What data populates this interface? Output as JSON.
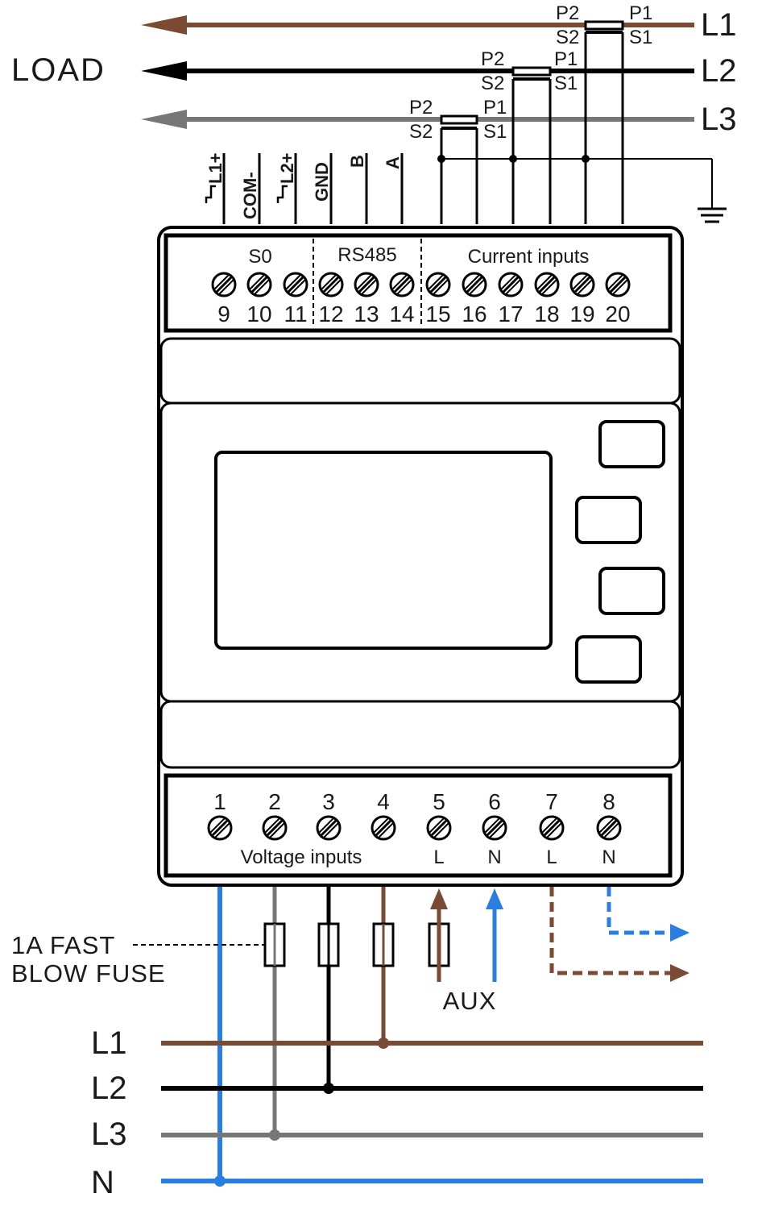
{
  "load_label": "LOAD",
  "top_lines": [
    {
      "label": "L1",
      "color": "#7a4a33"
    },
    {
      "label": "L2",
      "color": "#000000"
    },
    {
      "label": "L3",
      "color": "#777777"
    }
  ],
  "ct": {
    "p2": "P2",
    "p1": "P1",
    "s2": "S2",
    "s1": "S1"
  },
  "top_terminal_labels": [
    "L1+",
    "COM-",
    "L2+",
    "GND",
    "B",
    "A"
  ],
  "top_block": {
    "sections": [
      "S0",
      "RS485",
      "Current inputs"
    ],
    "numbers": [
      "9",
      "10",
      "11",
      "12",
      "13",
      "14",
      "15",
      "16",
      "17",
      "18",
      "19",
      "20"
    ]
  },
  "bottom_block": {
    "numbers": [
      "1",
      "2",
      "3",
      "4",
      "5",
      "6",
      "7",
      "8"
    ],
    "voltage_label": "Voltage inputs",
    "aux_terms": [
      "L",
      "N",
      "L",
      "N"
    ]
  },
  "fuse_label": [
    "1A  FAST",
    "BLOW FUSE"
  ],
  "aux_label": "AUX",
  "bottom_lines": [
    {
      "label": "L1",
      "color": "#7a4a33"
    },
    {
      "label": "L2",
      "color": "#000000"
    },
    {
      "label": "L3",
      "color": "#777777"
    },
    {
      "label": "N",
      "color": "#2a7de1"
    }
  ]
}
